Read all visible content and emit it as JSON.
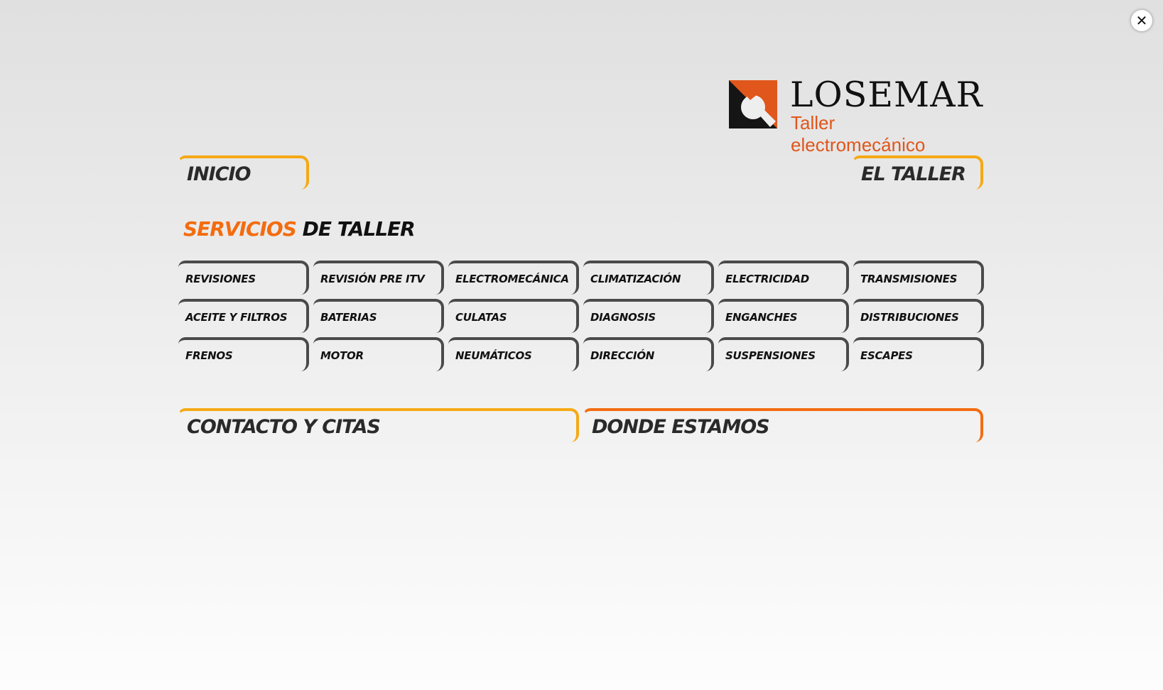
{
  "logo": {
    "name": "LOSEMAR",
    "tagline": "Taller electromecánico"
  },
  "close_label": "✕",
  "nav": {
    "inicio": "INICIO",
    "el_taller": "EL TALLER",
    "contacto": "CONTACTO Y CITAS",
    "donde": "DONDE ESTAMOS"
  },
  "services": {
    "title_highlight": "SERVICIOS",
    "title_rest": " DE TALLER",
    "items": [
      "REVISIONES",
      "REVISIÓN PRE ITV",
      "ELECTROMECÁNICA",
      "CLIMATIZACIÓN",
      "ELECTRICIDAD",
      "TRANSMISIONES",
      "ACEITE Y FILTROS",
      "BATERIAS",
      "CULATAS",
      "DIAGNOSIS",
      "ENGANCHES",
      "DISTRIBUCIONES",
      "FRENOS",
      "MOTOR",
      "NEUMÁTICOS",
      "DIRECCIÓN",
      "SUSPENSIONES",
      "ESCAPES"
    ]
  },
  "colors": {
    "orange": "#f36c10",
    "yellow": "#f5a915",
    "dark": "#4a4a4a"
  }
}
